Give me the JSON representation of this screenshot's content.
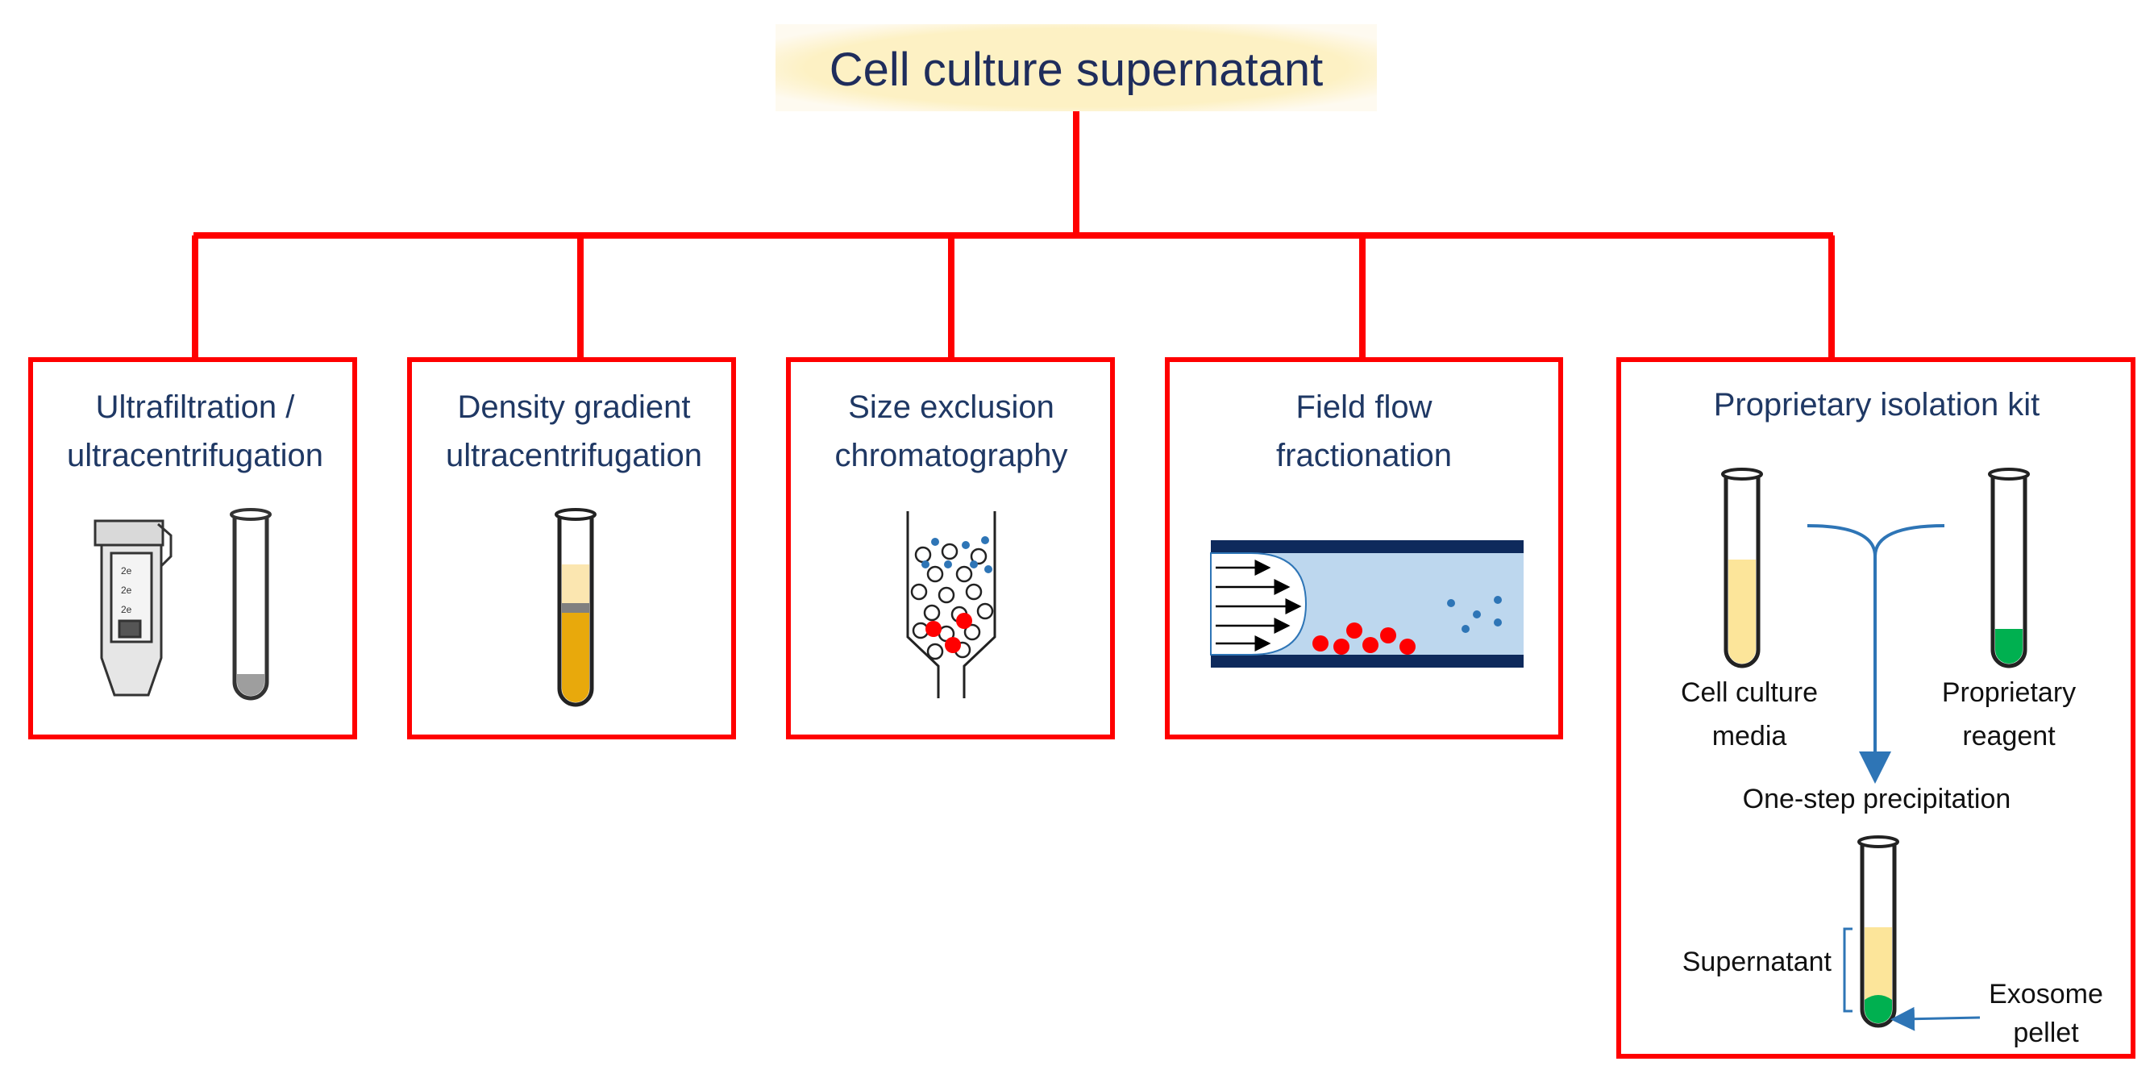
{
  "root": {
    "label": "Cell culture supernatant"
  },
  "methods": [
    {
      "line1": "Ultrafiltration /",
      "line2": "ultracentrifugation"
    },
    {
      "line1": "Density gradient",
      "line2": "ultracentrifugation"
    },
    {
      "line1": "Size exclusion",
      "line2": "chromatography"
    },
    {
      "line1": "Field flow",
      "line2": "fractionation"
    },
    {
      "line1": "Proprietary isolation kit",
      "line2": ""
    }
  ],
  "kit": {
    "media_line1": "Cell culture",
    "media_line2": "media",
    "reagent_line1": "Proprietary",
    "reagent_line2": "reagent",
    "step": "One-step precipitation",
    "supernatant": "Supernatant",
    "pellet_line1": "Exosome",
    "pellet_line2": "pellet"
  },
  "colors": {
    "connector": "#ff0000",
    "root_fill": "#fdf1c4",
    "box_text": "#1f3864",
    "arrow": "#2e75b6",
    "media": "#fce59a",
    "reagent": "#00b050",
    "gradient_gold": "#e8a90c",
    "band": "#808080",
    "channel": "#bdd7ee",
    "wall": "#0e2a5c",
    "red_particle": "#ff0000",
    "blue_particle": "#2e75b6"
  }
}
